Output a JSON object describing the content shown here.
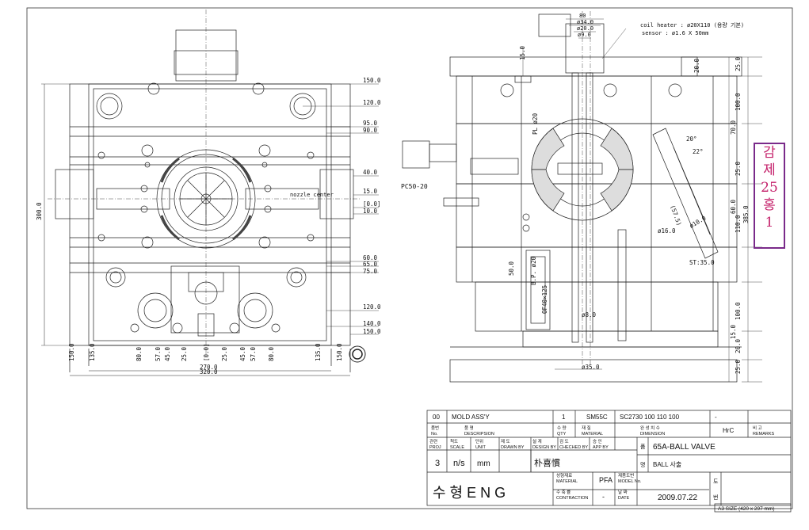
{
  "drawing": {
    "left_view_dims_right": [
      "150.0",
      "120.0",
      "95.0",
      "90.0",
      "40.0",
      "15.0",
      "[0.0]",
      "10.0",
      "60.0",
      "65.0",
      "75.0",
      "120.0",
      "140.0",
      "150.0"
    ],
    "left_view_dims_bottom": [
      "150.0",
      "135.0",
      "80.0",
      "57.0",
      "45.0",
      "25.0",
      "[0.0]",
      "25.0",
      "45.0",
      "57.0",
      "80.0",
      "135.0",
      "150.0"
    ],
    "left_view_total_w1": "270.0",
    "left_view_total_w2": "320.0",
    "left_view_height": "300.0",
    "nozzle_label": "nozzle center",
    "right_view_top_dims": [
      "80",
      "ø34.0",
      "ø20.0",
      "ø9.0"
    ],
    "heater_note": "coil heater : ø20X110 (용량 기본)",
    "sensor_note": "sensor : ø1.6 X 50mm",
    "right_view_dims_right": [
      "25.0",
      "20.0",
      "100.0",
      "70.0",
      "25.0",
      "60.0",
      "110.0",
      "385.0",
      "100.0",
      "15.0",
      "20.0",
      "25.0"
    ],
    "right_view_labels": [
      "20°",
      "22°",
      "ø16.0",
      "ST:35.0",
      "ø35.0",
      "ø8.0",
      "(57.5)",
      "ø10.0",
      "PC50-20",
      "B.P. ø20",
      "OF40×125",
      "PL ø20",
      "50.0",
      "15.0"
    ],
    "pc_label": "PC50-20"
  },
  "stamp": {
    "lines": [
      "감",
      "제",
      "25",
      "홍",
      "1"
    ]
  },
  "title_block": {
    "row1": {
      "no": "00",
      "description": "MOLD ASS'Y",
      "qty": "1",
      "material": "SM55C",
      "dimension": "SC2730  100 110 100",
      "hrc": "-"
    },
    "headers_row2": {
      "no": "품번\nNo.",
      "description": "품          명\nDESCRIPSION",
      "qty": "수 량\nQTY",
      "material": "재 질\nMATERIAL",
      "dimension": "완 성 치 수\nDIMENSION",
      "hrc": "HrC",
      "remarks": "비 고\nREMARKS"
    },
    "headers_row3": {
      "proj": "관련\nPROJ",
      "scale": "척도\nSCALE",
      "unit": "단위\nUNIT",
      "drawn": "제 도\nDRAWN BY",
      "design": "설 계\nDESIGN BY",
      "checked": "검 도\nCHECHED BY",
      "app": "승 인\nAPP BY",
      "name_label": "품"
    },
    "values_row4": {
      "proj": "3",
      "scale": "n/s",
      "unit": "mm",
      "designer": "朴喜慣",
      "item_label": "명",
      "item": "BALL 사출"
    },
    "part_name": "65A-BALL VALVE",
    "company": "수 형 E N G",
    "material_label": "성형재료\nMATERIAL",
    "material_value": "PFA",
    "model_label": "제품도번\nMODEL No.",
    "contraction_label": "수 축 률\nCONTRACTION",
    "contraction_value": "-",
    "date_label": "날 짜\nDATE",
    "date_value": "2009.07.22",
    "do_label": "도",
    "beon_label": "번",
    "sheet_size": "A3 SIZE (420 x 297 mm)"
  }
}
